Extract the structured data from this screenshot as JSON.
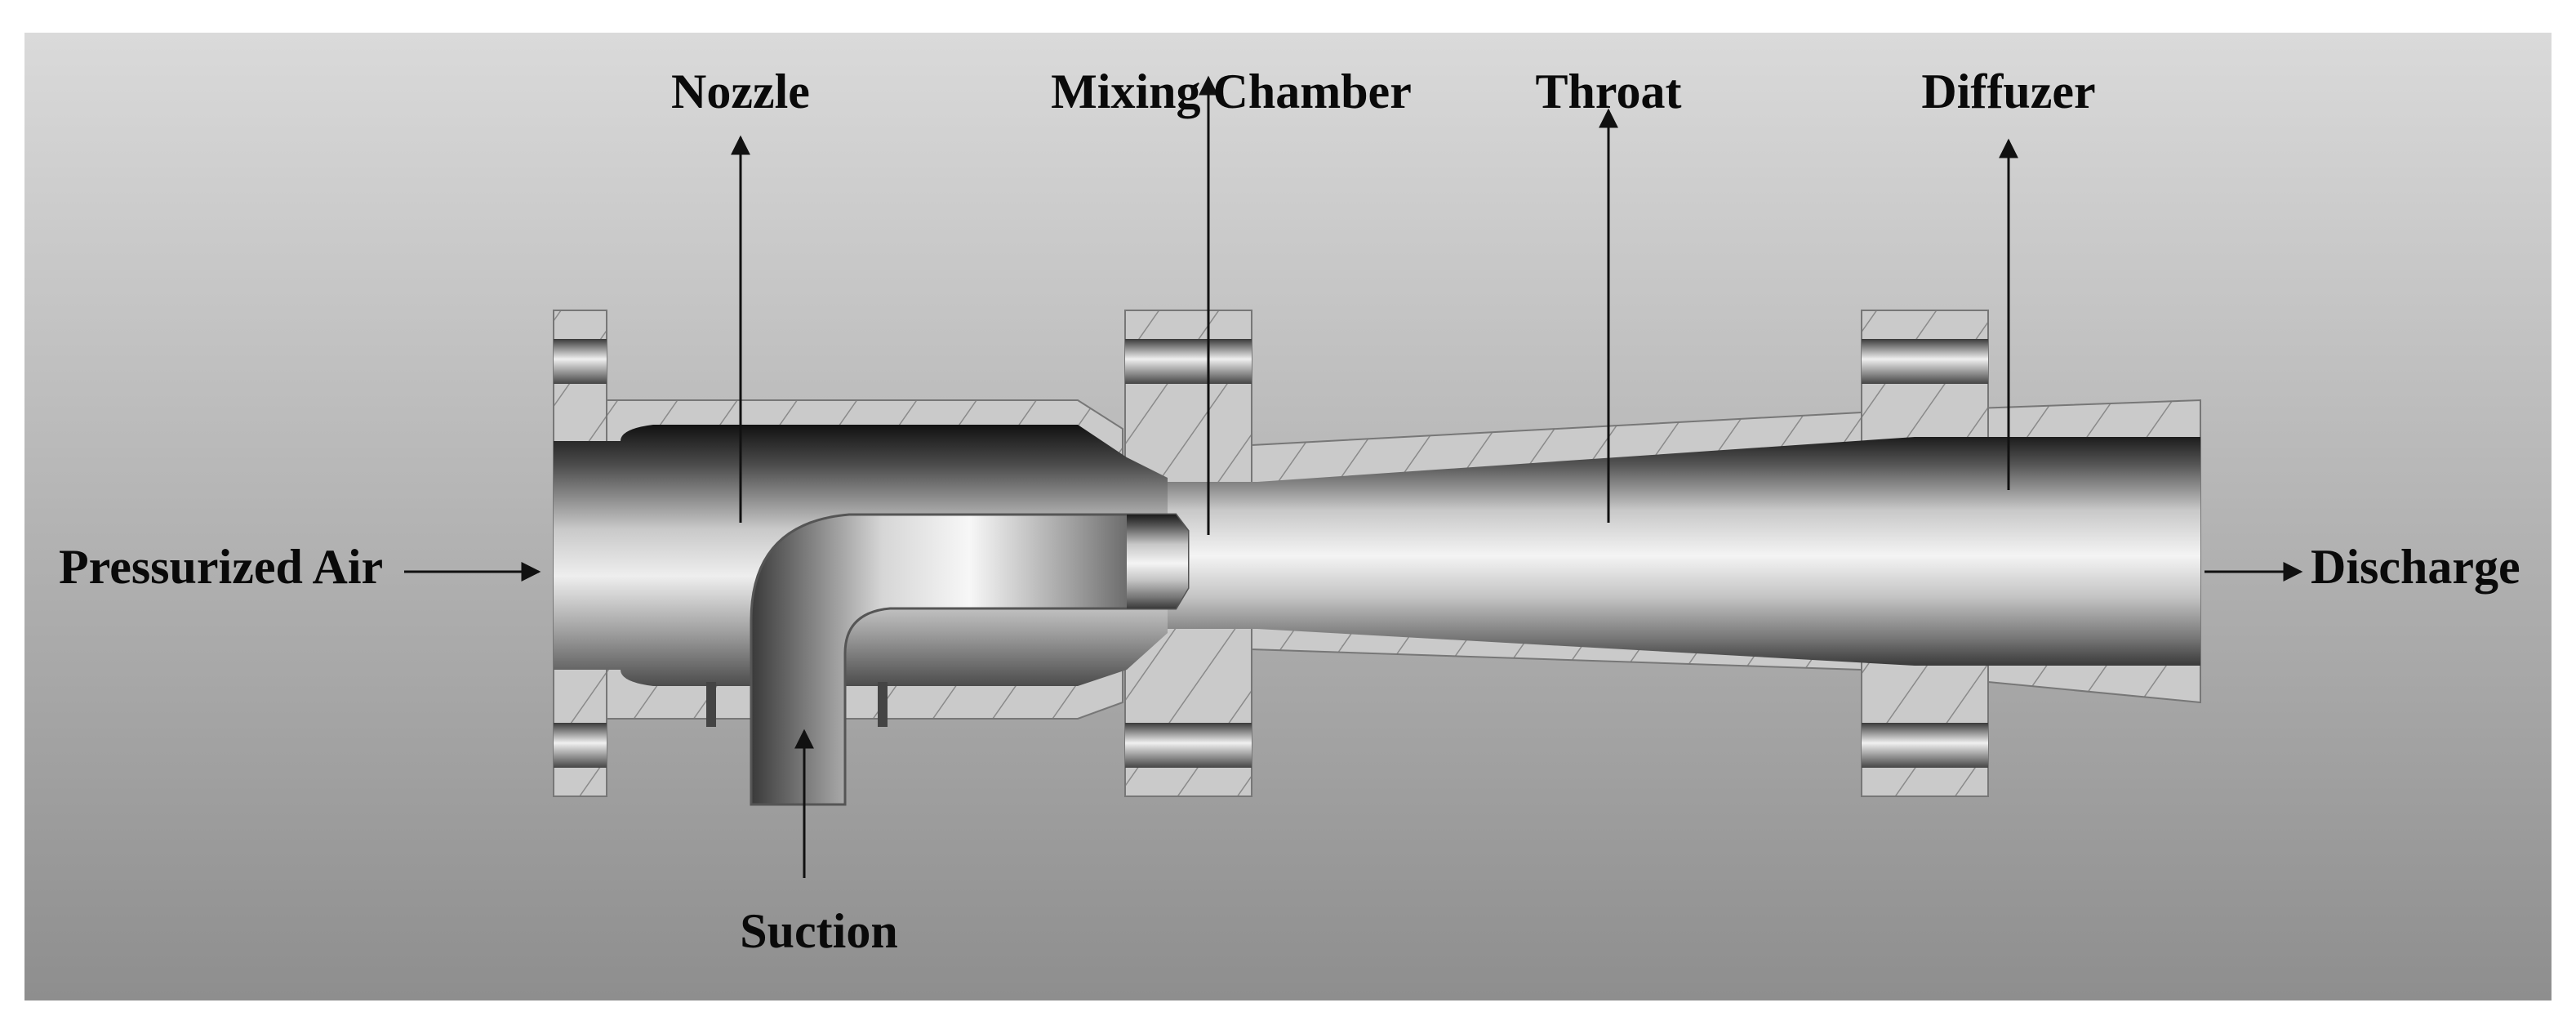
{
  "labels": {
    "nozzle": "Nozzle",
    "mixing_chamber": "Mixing Chamber",
    "throat": "Throat",
    "diffuzer": "Diffuzer",
    "pressurized_air": "Pressurized Air",
    "discharge": "Discharge",
    "suction": "Suction"
  },
  "colors": {
    "background_top": "#dadada",
    "background_bottom": "#8e8e8e",
    "body_wall": "#c9c9c9",
    "hatch": "#8a8a8a",
    "arrow": "#111111",
    "label": "#0a0a0a"
  }
}
